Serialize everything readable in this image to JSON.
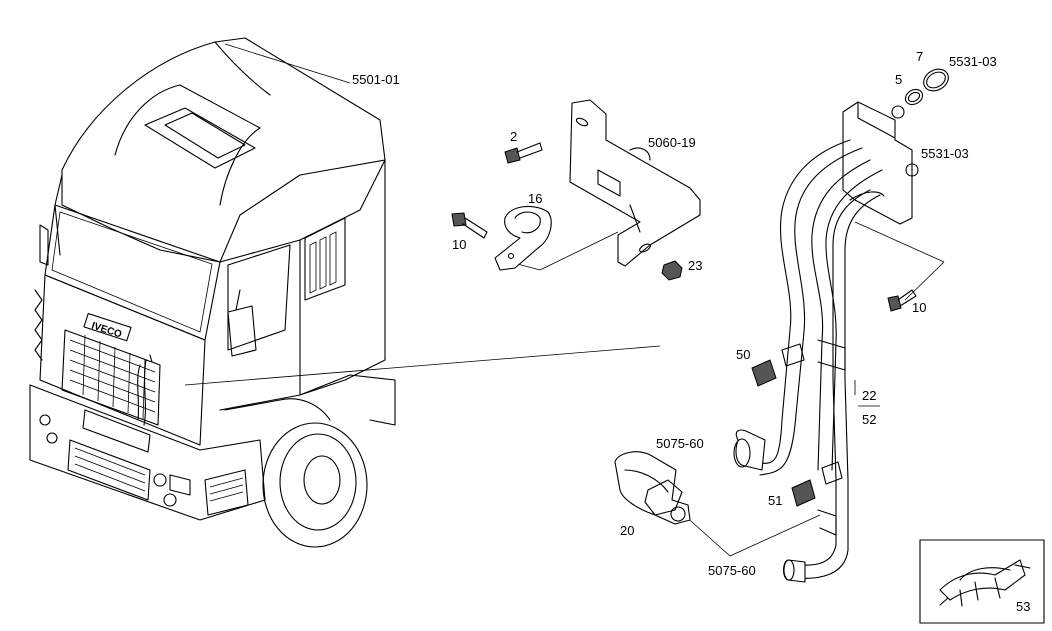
{
  "labels": {
    "cab": "5501-01",
    "bracket": "5060-19",
    "screw_top": "2",
    "clamp": "16",
    "bolt_left": "10",
    "nut": "23",
    "ring7": "7",
    "ring5": "5",
    "flange_ref_top": "5531-03",
    "flange_ref_mid": "5531-03",
    "bolt_right": "10",
    "cap50": "50",
    "cap51": "51",
    "pipe_top": "22",
    "pipe_bottom": "52",
    "connector_top": "5075-60",
    "connector_bottom": "5075-60",
    "fitting": "20",
    "inset": "53"
  }
}
